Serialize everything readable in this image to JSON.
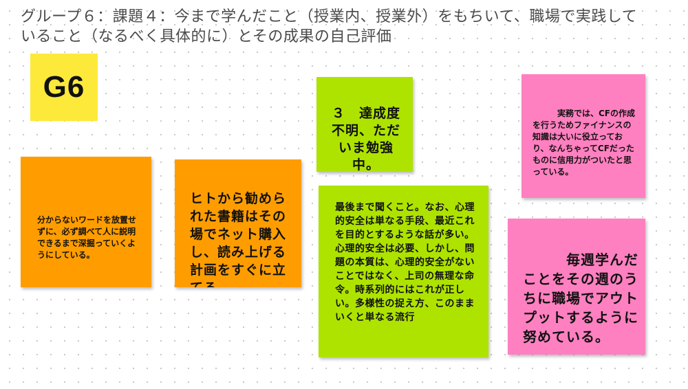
{
  "board": {
    "title": "グループ６：課題４：今まで学んだこと（授業内、授業外）をもちいて、職場で実践して\nいること（なるべく具体的に）とその成果の自己評価"
  },
  "notes": {
    "group_label": "G6",
    "orange_1": "分からないワードを放置せずに、必ず調べて人に説明できるまで深掘っていくようにしている。",
    "orange_2": "ヒトから勧められた書籍はその場でネット購入し、読み上げる計画をすぐに立てる。",
    "lime_top": "３　達成度不明、ただいま勉強中。",
    "lime_main": "最後まで聞くこと。なお、心理的安全は単なる手段、最近これを目的とするような話が多い。心理的安全は必要、しかし、問題の本質は、心理的安全がないことではなく、上司の無理な命令。時系列的にはこれが正しい。多様性の捉え方、このままいくと単なる流行",
    "pink_top": "　　　実務では、CFの作成を行うためファイナンスの知識は大いに役立っており、なんちゃってCFだったものに信用力がついたと思っている。",
    "pink_bottom": "　　　毎週学んだことをその週のうちに職場でアウトプットするように努めている。"
  }
}
